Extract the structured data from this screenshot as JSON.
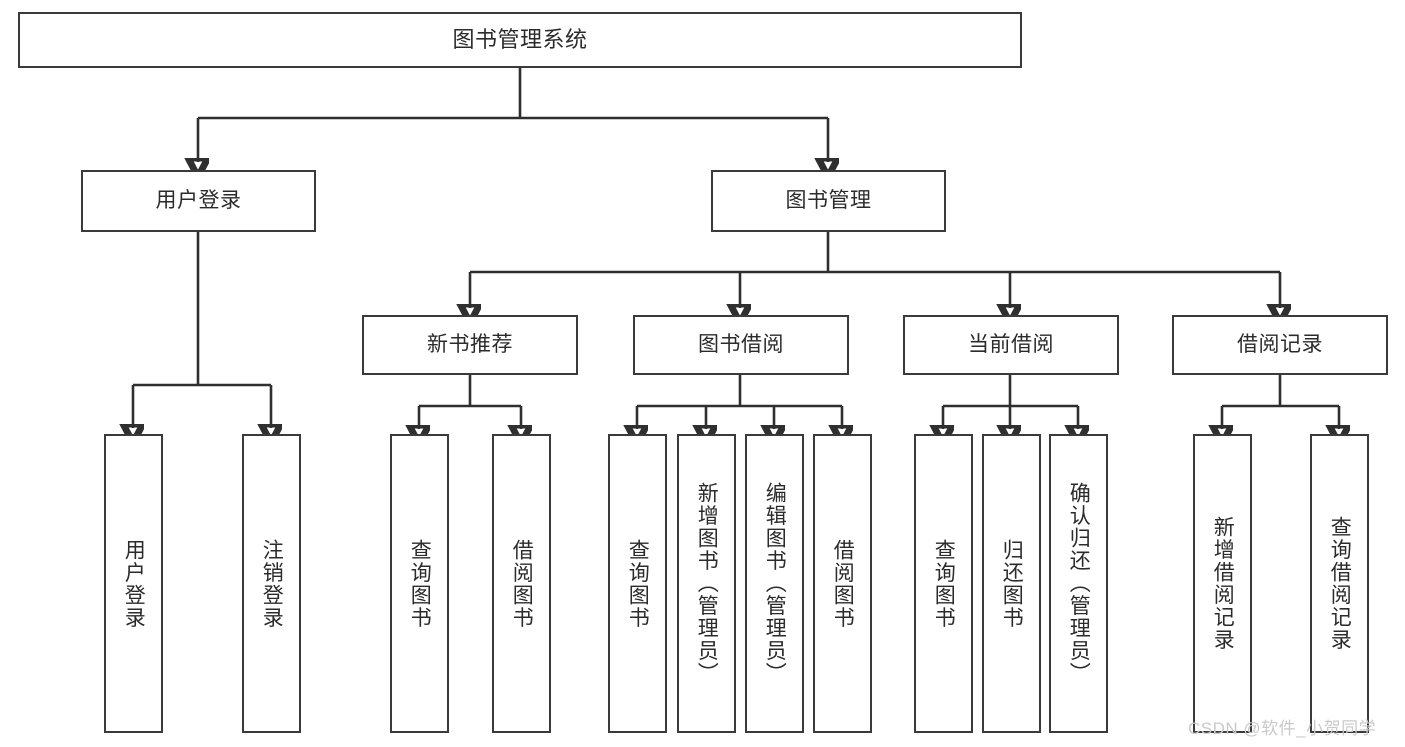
{
  "diagram": {
    "title": "图书管理系统",
    "type": "tree-hierarchy-chart",
    "orientation": "top-down",
    "colors": {
      "background": "#ffffff",
      "node_fill": "#ffffff",
      "node_stroke": "#3a3a3a",
      "connector_stroke": "#2f2f2f",
      "text": "#2b2b2b",
      "watermark": "#c9c9c9"
    },
    "root": {
      "label": "图书管理系统"
    },
    "level2": [
      {
        "label": "用户登录"
      },
      {
        "label": "图书管理"
      }
    ],
    "level3": [
      {
        "label": "新书推荐"
      },
      {
        "label": "图书借阅"
      },
      {
        "label": "当前借阅"
      },
      {
        "label": "借阅记录"
      }
    ],
    "leaves": {
      "user_login": [
        {
          "label": "用户登录"
        },
        {
          "label": "注销登录"
        }
      ],
      "new_book_recommend": [
        {
          "label": "查询图书"
        },
        {
          "label": "借阅图书"
        }
      ],
      "book_borrow": [
        {
          "label": "查询图书"
        },
        {
          "label": "新增图书（管理员）"
        },
        {
          "label": "编辑图书（管理员）"
        },
        {
          "label": "借阅图书"
        }
      ],
      "current_borrow": [
        {
          "label": "查询图书"
        },
        {
          "label": "归还图书"
        },
        {
          "label": "确认归还（管理员）"
        }
      ],
      "borrow_record": [
        {
          "label": "新增借阅记录"
        },
        {
          "label": "查询借阅记录"
        }
      ]
    }
  },
  "watermark": {
    "text": "CSDN @软件_小贺同学"
  }
}
